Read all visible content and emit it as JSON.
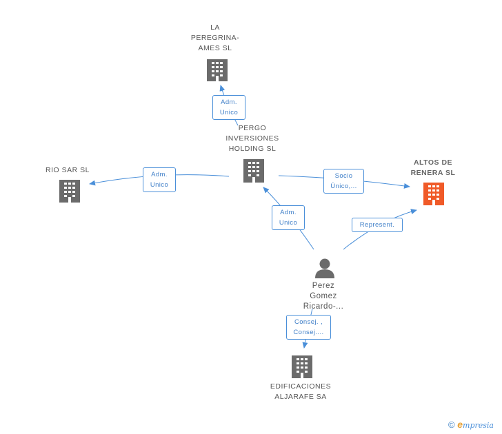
{
  "nodes": {
    "la_peregrina": {
      "lines": [
        "LA",
        "PEREGRINA-",
        "AMES SL"
      ],
      "icon": "building-icon"
    },
    "pergo": {
      "lines": [
        "PERGO",
        "INVERSIONES",
        "HOLDING  SL"
      ],
      "icon": "building-icon"
    },
    "rio_sar": {
      "lines": [
        "RIO SAR SL"
      ],
      "icon": "building-icon"
    },
    "altos_de_renera": {
      "lines": [
        "ALTOS DE",
        "RENERA SL"
      ],
      "icon": "building-icon"
    },
    "perez_gomez": {
      "lines": [
        "Perez",
        "Gomez",
        "Ricardo-..."
      ],
      "icon": "person-icon"
    },
    "edificaciones": {
      "lines": [
        "EDIFICACIONES",
        "ALJARAFE SA"
      ],
      "icon": "building-icon"
    }
  },
  "edges": {
    "pergo_to_la_peregrina": {
      "lines": [
        "Adm.",
        "Unico"
      ]
    },
    "pergo_to_rio_sar": {
      "lines": [
        "Adm.",
        "Unico"
      ]
    },
    "pergo_to_altos": {
      "lines": [
        "Socio",
        "Único,..."
      ]
    },
    "perez_to_pergo": {
      "lines": [
        "Adm.",
        "Unico"
      ]
    },
    "perez_to_altos": {
      "lines": [
        "Represent."
      ]
    },
    "perez_to_edificaciones": {
      "lines": [
        "Consej. ,",
        "Consej...."
      ]
    }
  },
  "footer": {
    "copyright": "©",
    "brand_initial": "e",
    "brand_rest": "mpresia"
  },
  "colors": {
    "edge": "#4a8fd9",
    "node": "#6b6b6b",
    "focus": "#f05a28"
  }
}
